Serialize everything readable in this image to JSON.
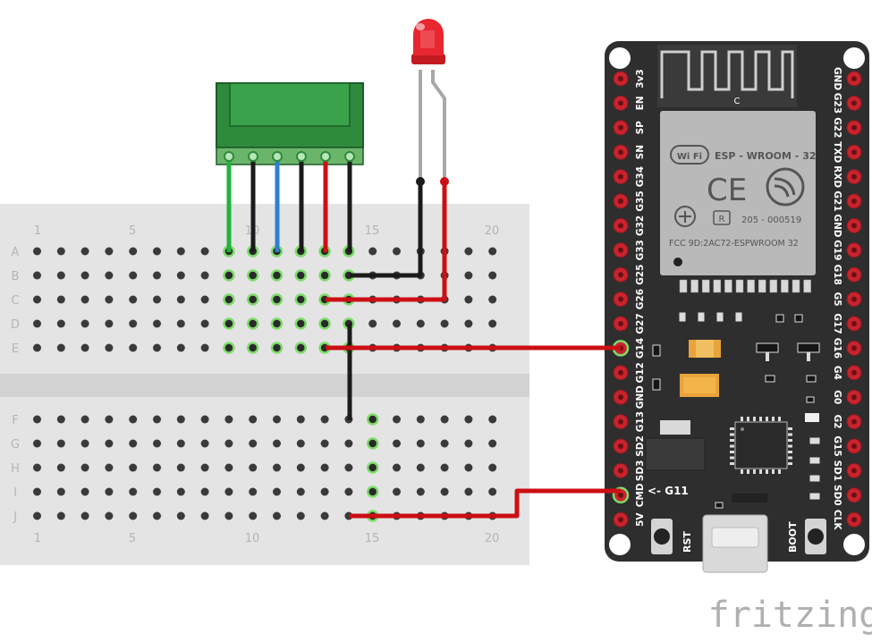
{
  "breadboard": {
    "col_numbers_top": [
      "1",
      "5",
      "10",
      "15",
      "20"
    ],
    "col_numbers_bottom": [
      "1",
      "5",
      "10",
      "15",
      "20"
    ],
    "rows_top": [
      "A",
      "B",
      "C",
      "D",
      "E"
    ],
    "rows_bottom": [
      "F",
      "G",
      "H",
      "I",
      "J"
    ]
  },
  "esp32": {
    "module_label": "ESP - WROOM - 32",
    "wifi_badge": "Wi Fi",
    "ce_mark": "CE",
    "r_mark": "R",
    "r_code": "205 - 000519",
    "fcc_text": "FCC 9D:2AC72-ESPWROOM 32",
    "antenna_label": "C",
    "left_pins": [
      "3v3",
      "EN",
      "SP",
      "SN",
      "G34",
      "G35",
      "G32",
      "G33",
      "G25",
      "G26",
      "G27",
      "G14",
      "G12",
      "GND",
      "G13",
      "SD2",
      "SD3",
      "CMD",
      "5V"
    ],
    "right_pins": [
      "GND",
      "G23",
      "G22",
      "TXD",
      "RXD",
      "G21",
      "GND",
      "G19",
      "G18",
      "G5",
      "G17",
      "G16",
      "G4",
      "G0",
      "G2",
      "G15",
      "SD1",
      "SD0",
      "CLK"
    ],
    "g11_label": "<- G11",
    "rst_label": "RST",
    "boot_label": "BOOT",
    "colors": {
      "board": "#2e2e2e",
      "pin_pad": "#c9232d",
      "module": "#b9b9b9"
    }
  },
  "led": {
    "color": "#e8262f",
    "icon": "led-red-icon"
  },
  "module": {
    "color": "#2e8b3c",
    "icon": "six-pin-header-module-icon",
    "wire_colors": [
      "#22b33a",
      "#222222",
      "#2f7fd0",
      "#222222",
      "#d0111b",
      "#222222"
    ]
  },
  "wires": {
    "red": "#cc0f14",
    "black": "#1b1b1b",
    "green": "#22b33a",
    "blue": "#2f7fd0"
  },
  "watermark": "fritzing"
}
